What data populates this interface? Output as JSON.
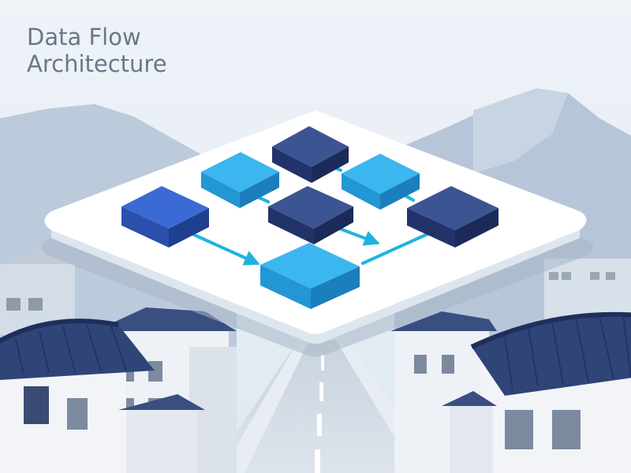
{
  "title": {
    "line1": "Data Flow",
    "line2": "Architecture"
  },
  "colors": {
    "sky": "#e8eff6",
    "mountain": "#b7c8d9",
    "platform": "#ffffff",
    "node_dark": "#2b3f79",
    "node_mid": "#3763c9",
    "node_light": "#2aaee8",
    "arrow": "#1fb3e0",
    "roof": "#2f4477",
    "wall": "#f3f5f8"
  },
  "diagram": {
    "nodes": [
      {
        "id": "n1",
        "tone": "dark"
      },
      {
        "id": "n2",
        "tone": "light"
      },
      {
        "id": "n3",
        "tone": "light"
      },
      {
        "id": "n4",
        "tone": "mid"
      },
      {
        "id": "n5",
        "tone": "dark"
      },
      {
        "id": "n6",
        "tone": "mid"
      },
      {
        "id": "n7",
        "tone": "light"
      }
    ],
    "connections": [
      {
        "from": "n1",
        "to": "n2"
      },
      {
        "from": "n1",
        "to": "n3"
      },
      {
        "from": "n2",
        "to": "n5"
      },
      {
        "from": "n3",
        "to": "n6"
      },
      {
        "from": "n4",
        "to": "n7"
      },
      {
        "from": "n5",
        "to": "n6"
      },
      {
        "from": "n6",
        "to": "n7"
      }
    ]
  }
}
